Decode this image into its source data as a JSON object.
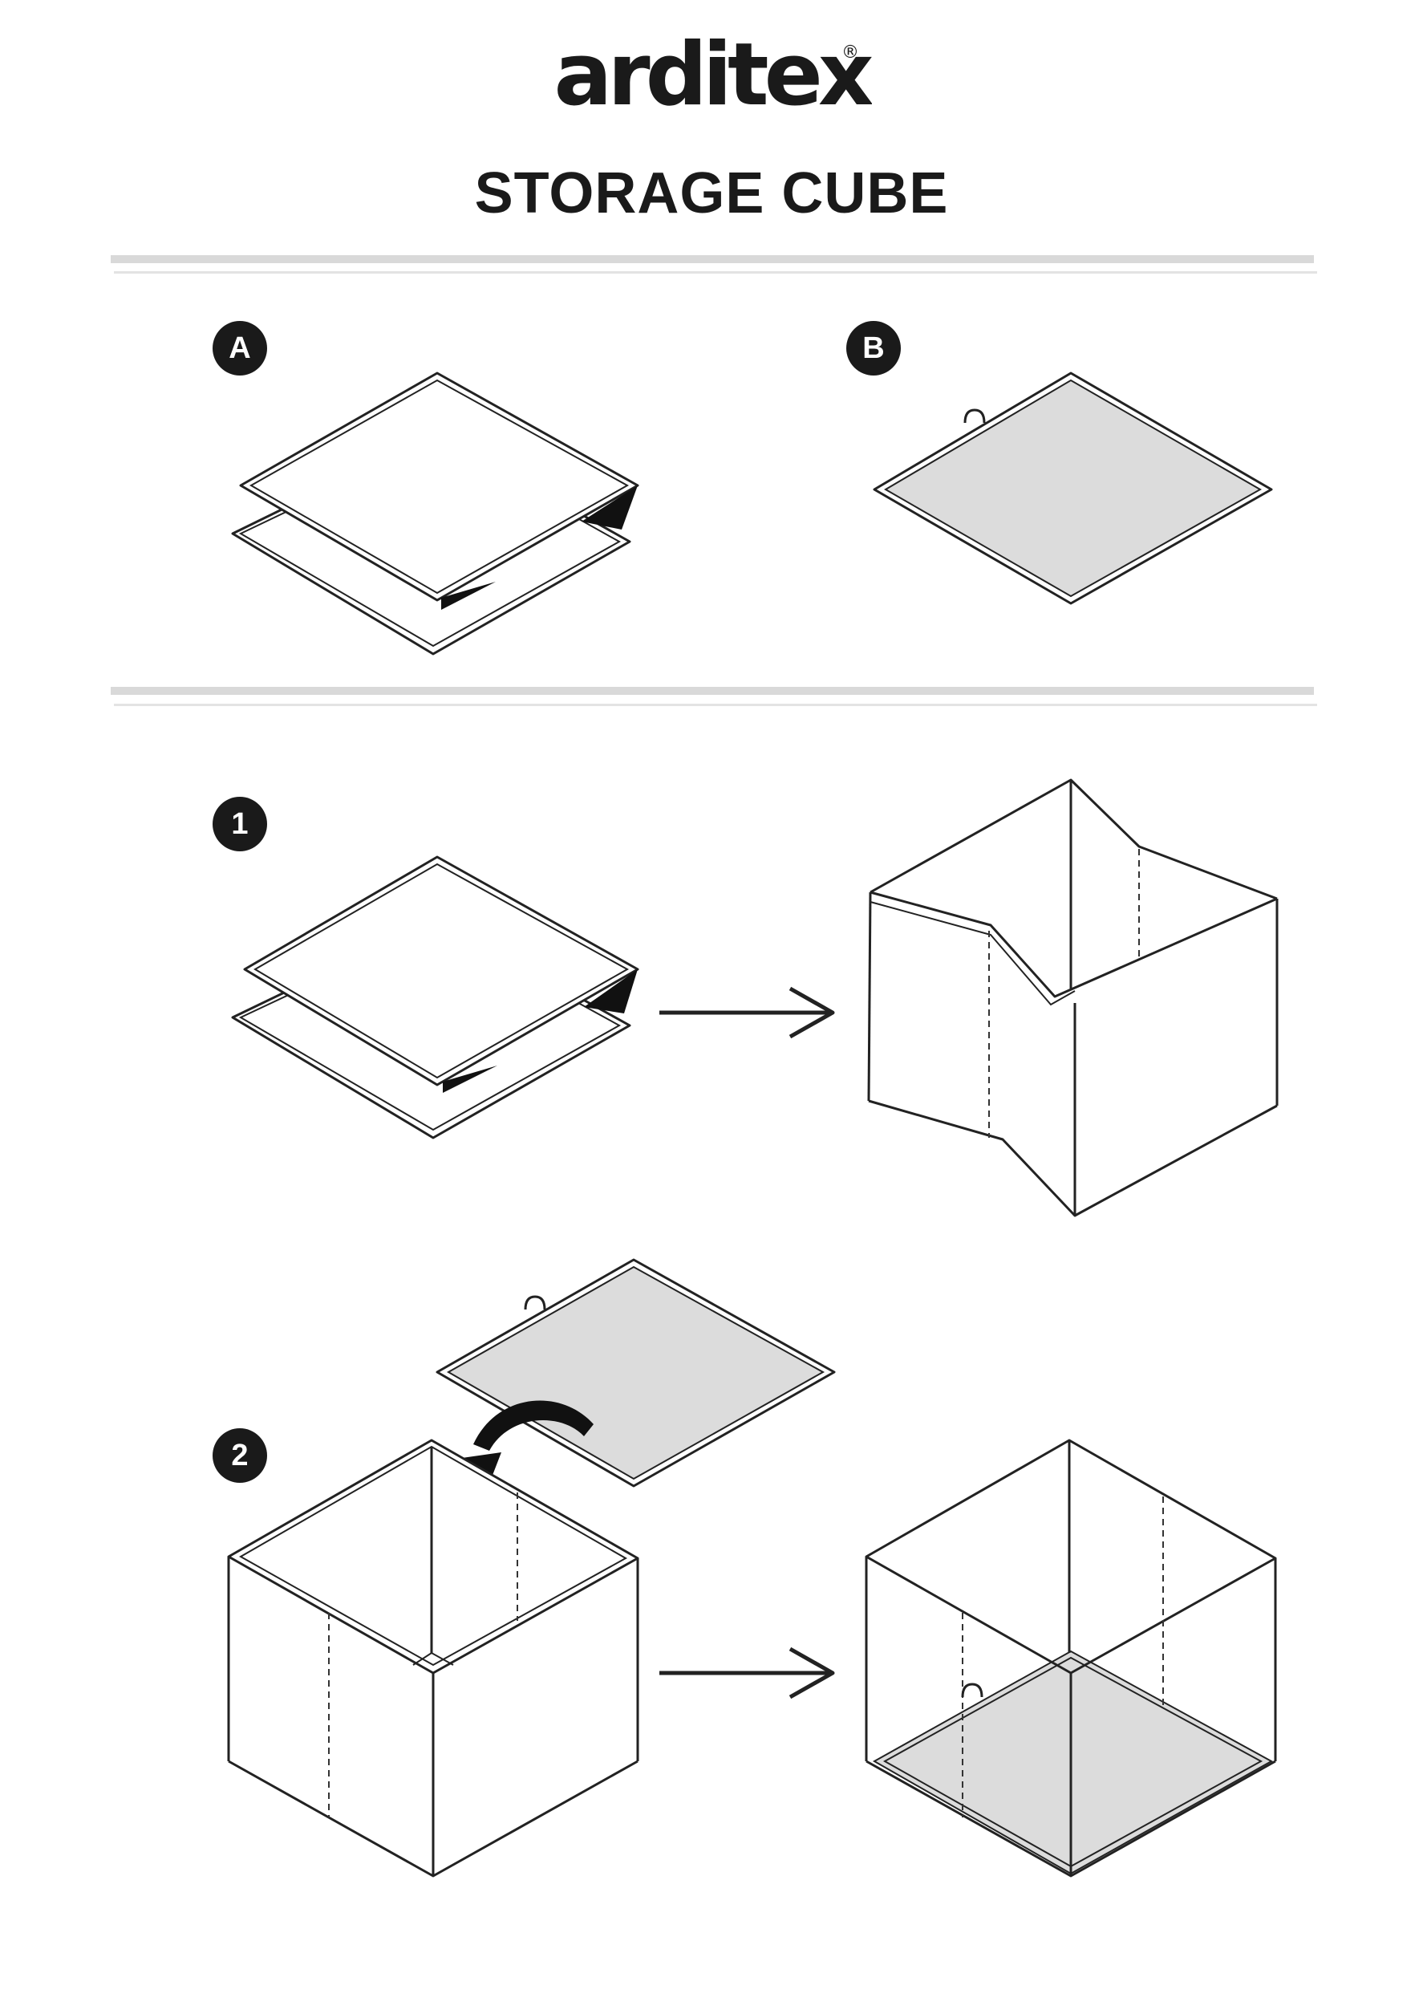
{
  "brand": {
    "logo_text": "arditex",
    "registered_mark": "®"
  },
  "header": {
    "title": "STORAGE CUBE"
  },
  "parts": {
    "a_label": "A",
    "b_label": "B"
  },
  "steps": {
    "step1_label": "1",
    "step2_label": "2"
  },
  "icons": {
    "arrow": "right-arrow-icon",
    "curved_arrow": "curved-arrow-icon"
  },
  "colors": {
    "ink": "#1a1a1a",
    "base_panel": "#dcdcdc",
    "rule": "#d9d9d9"
  }
}
